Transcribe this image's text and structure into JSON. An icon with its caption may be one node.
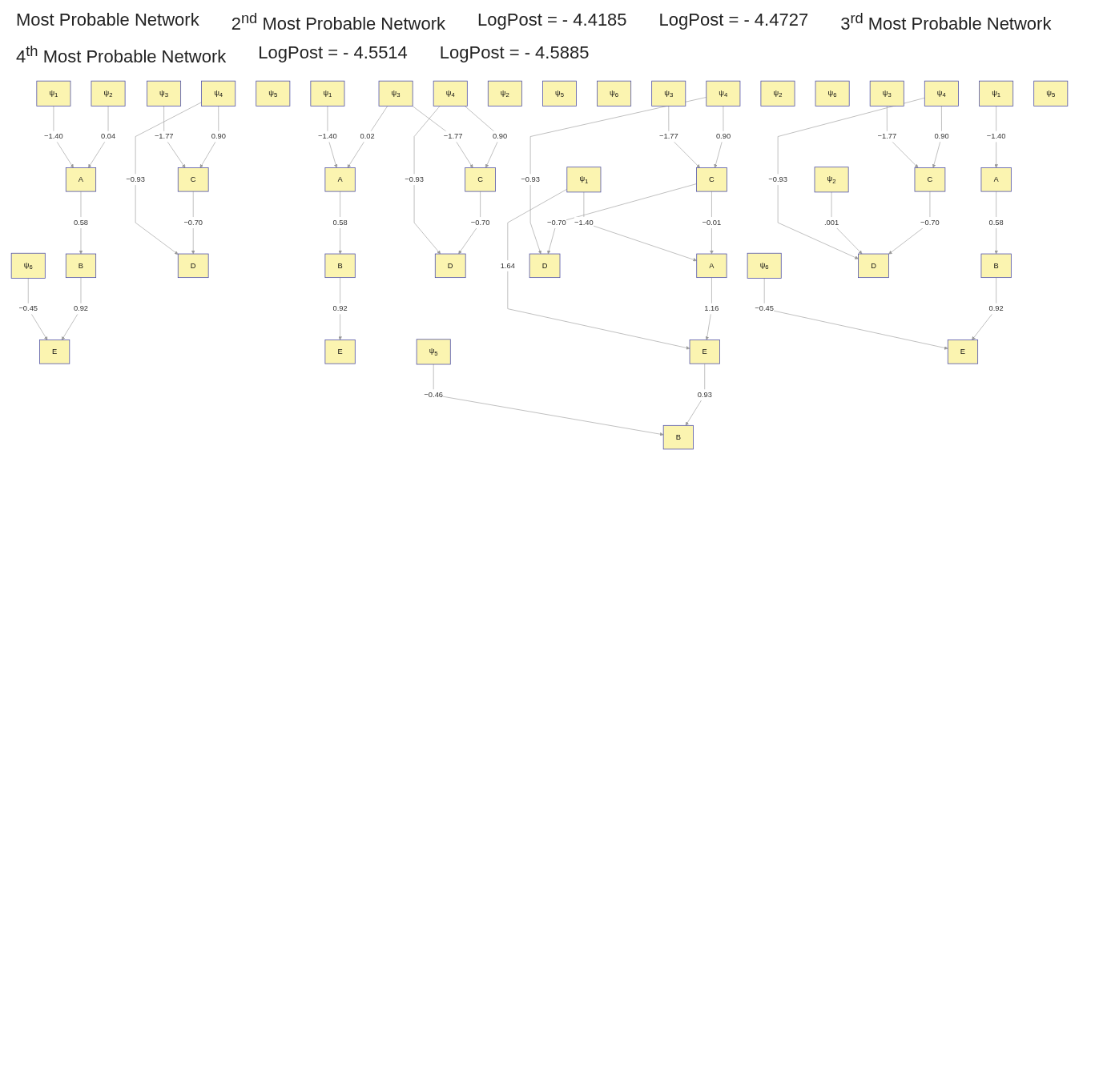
{
  "diagram": {
    "nodes": [
      {
        "text": [
          "ψ$_{1}$"
        ]
      },
      {
        "text": [
          "ψ$_{2}$"
        ]
      },
      {
        "text": [
          "ψ$_{3}$"
        ]
      },
      {
        "text": [
          "ψ$_{4}$"
        ]
      },
      {
        "text": [
          "ψ$_{5}$"
        ]
      },
      {
        "text": [
          "A"
        ]
      },
      {
        "text": [
          "C"
        ]
      },
      {
        "text": [
          "ψ$_{6}$"
        ]
      },
      {
        "text": [
          "B"
        ]
      },
      {
        "text": [
          "D"
        ]
      },
      {
        "text": [
          "E"
        ]
      },
      {
        "text": [
          "ψ$_{1}$"
        ]
      },
      {
        "text": [
          "ψ$_{3}$"
        ]
      },
      {
        "text": [
          "ψ$_{4}$"
        ]
      },
      {
        "text": [
          "ψ$_{2}$"
        ]
      },
      {
        "text": [
          "ψ$_{5}$"
        ]
      },
      {
        "text": [
          "ψ$_{6}$"
        ]
      },
      {
        "text": [
          "A"
        ]
      },
      {
        "text": [
          "C"
        ]
      },
      {
        "text": [
          "B"
        ]
      },
      {
        "text": [
          "D"
        ]
      },
      {
        "text": [
          "E"
        ]
      },
      {
        "text": [
          "ψ$_{3}$"
        ]
      },
      {
        "text": [
          "ψ$_{4}$"
        ]
      },
      {
        "text": [
          "ψ$_{2}$"
        ]
      },
      {
        "text": [
          "ψ$_{6}$"
        ]
      },
      {
        "text": [
          "ψ$_{1}$"
        ]
      },
      {
        "text": [
          "C"
        ]
      },
      {
        "text": [
          "A"
        ]
      },
      {
        "text": [
          "D"
        ]
      },
      {
        "text": [
          "ψ$_{5}$"
        ]
      },
      {
        "text": [
          "E"
        ]
      },
      {
        "text": [
          "B"
        ]
      },
      {
        "text": [
          "ψ$_{1}$"
        ]
      },
      {
        "text": [
          "ψ$_{3}$"
        ]
      },
      {
        "text": [
          "ψ$_{4}$"
        ]
      },
      {
        "text": [
          "ψ$_{5}$"
        ]
      },
      {
        "text": [
          "A"
        ]
      },
      {
        "text": [
          "ψ$_{2}$"
        ]
      },
      {
        "text": [
          "C"
        ]
      },
      {
        "text": [
          "ψ$_{6}$"
        ]
      },
      {
        "text": [
          "B"
        ]
      },
      {
        "text": [
          "D"
        ]
      },
      {
        "text": [
          "E"
        ]
      }
    ],
    "edges": [
      {
        "from": 0,
        "to": 5,
        "arrow": "to",
        "label": "−1.40"
      },
      {
        "from": 1,
        "to": 5,
        "arrow": "to",
        "label": "0.04"
      },
      {
        "from": 2,
        "to": 6,
        "arrow": "to",
        "label": "−1.77"
      },
      {
        "from": 3,
        "to": 6,
        "arrow": "to",
        "label": "0.90"
      },
      {
        "from": 3,
        "to": 9,
        "arrow": "to",
        "label": "−0.93"
      },
      {
        "from": 5,
        "to": 8,
        "arrow": "to",
        "label": "0.58"
      },
      {
        "from": 6,
        "to": 9,
        "arrow": "to",
        "label": "−0.70"
      },
      {
        "from": 7,
        "to": 10,
        "arrow": "to",
        "label": "−0.45"
      },
      {
        "from": 8,
        "to": 10,
        "arrow": "to",
        "label": "0.92"
      },
      {
        "from": 11,
        "to": 17,
        "arrow": "to",
        "label": "−1.40"
      },
      {
        "from": 12,
        "to": 17,
        "arrow": "to",
        "label": "0.02"
      },
      {
        "from": 12,
        "to": 18,
        "arrow": "to",
        "label": "−1.77"
      },
      {
        "from": 13,
        "to": 18,
        "arrow": "to",
        "label": "0.90"
      },
      {
        "from": 13,
        "to": 20,
        "arrow": "to",
        "label": "−0.93"
      },
      {
        "from": 17,
        "to": 19,
        "arrow": "to",
        "label": "0.58"
      },
      {
        "from": 18,
        "to": 20,
        "arrow": "to",
        "label": "−0.70"
      },
      {
        "from": 19,
        "to": 21,
        "arrow": "to",
        "label": "0.92"
      },
      {
        "from": 22,
        "to": 27,
        "arrow": "to",
        "label": "−1.77"
      },
      {
        "from": 23,
        "to": 27,
        "arrow": "to",
        "label": "0.90"
      },
      {
        "from": 23,
        "to": 29,
        "arrow": "to",
        "label": "−0.93"
      },
      {
        "from": 26,
        "to": 28,
        "arrow": "to",
        "label": "−1.40"
      },
      {
        "from": 26,
        "to": 31,
        "arrow": "to",
        "label": "1.64"
      },
      {
        "from": 27,
        "to": 28,
        "arrow": "to",
        "label": "−0.01"
      },
      {
        "from": 27,
        "to": 29,
        "arrow": "to",
        "label": "−0.70"
      },
      {
        "from": 28,
        "to": 31,
        "arrow": "to",
        "label": "1.16"
      },
      {
        "from": 30,
        "to": 32,
        "arrow": "to",
        "label": "−0.46"
      },
      {
        "from": 31,
        "to": 32,
        "arrow": "to",
        "label": "0.93"
      },
      {
        "from": 33,
        "to": 37,
        "arrow": "to",
        "label": "−1.40"
      },
      {
        "from": 34,
        "to": 39,
        "arrow": "to",
        "label": "−1.77"
      },
      {
        "from": 35,
        "to": 39,
        "arrow": "to",
        "label": "0.90"
      },
      {
        "from": 35,
        "to": 42,
        "arrow": "to",
        "label": "−0.93"
      },
      {
        "from": 37,
        "to": 41,
        "arrow": "to",
        "label": "0.58"
      },
      {
        "from": 38,
        "to": 42,
        "arrow": "to",
        "label": ".001"
      },
      {
        "from": 39,
        "to": 42,
        "arrow": "to",
        "label": "−0.70"
      },
      {
        "from": 40,
        "to": 43,
        "arrow": "to",
        "label": "−0.45"
      },
      {
        "from": 41,
        "to": 43,
        "arrow": "to",
        "label": "0.92"
      }
    ],
    "labels": [
      "Most Probable Network",
      "2$^{nd}$ Most Probable Network",
      "LogPost = - 4.4185",
      "LogPost = - 4.4727",
      "3$^{rd}$ Most Probable Network",
      "4$^{th}$ Most Probable Network",
      "LogPost = - 4.5514",
      "LogPost = - 4.5885"
    ]
  }
}
